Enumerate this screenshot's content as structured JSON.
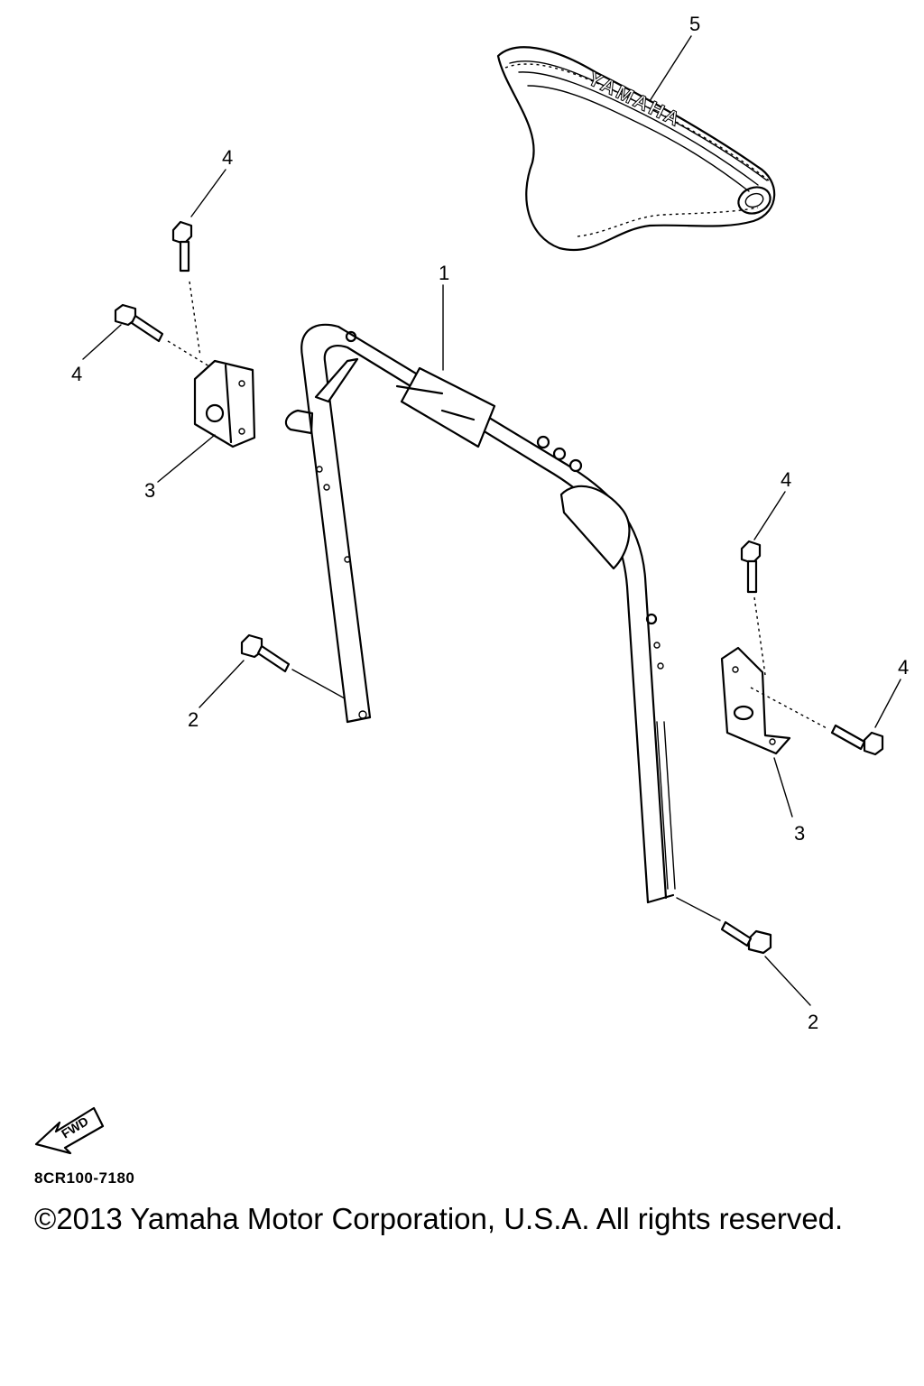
{
  "callouts": {
    "seat": "5",
    "bolt_top_left_vertical": "4",
    "bolt_top_left_horizontal": "4",
    "handle_pole": "1",
    "bracket_left": "3",
    "bolt_right_vertical": "4",
    "bolt_right_horizontal": "4",
    "bolt_lower_left": "2",
    "bracket_right": "3",
    "bolt_lower_right": "2"
  },
  "seat_text": "YAMAHA",
  "fwd_label": "FWD",
  "part_code": "8CR100-7180",
  "copyright": "©2013 Yamaha Motor Corporation, U.S.A. All rights reserved."
}
